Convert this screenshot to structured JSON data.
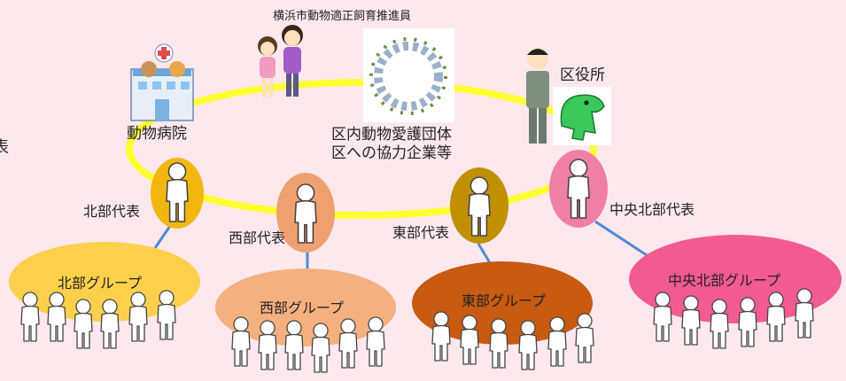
{
  "title": "横浜市動物適正飼育推進員",
  "nodes": {
    "hospital": "動物病院",
    "partners_line1": "区内動物愛護団体",
    "partners_line2": "区への協力企業等",
    "ward_office": "区役所"
  },
  "left_edge_char": "表",
  "representatives": [
    {
      "label": "北部代表",
      "color": "#f2b70f"
    },
    {
      "label": "西部代表",
      "color": "#f0a070"
    },
    {
      "label": "東部代表",
      "color": "#c09000"
    },
    {
      "label": "中央北部代表",
      "color": "#f07fa6"
    }
  ],
  "groups": [
    {
      "label": "北部グループ",
      "color": "#fcd04b"
    },
    {
      "label": "西部グループ",
      "color": "#f5b07f"
    },
    {
      "label": "東部グループ",
      "color": "#c85a12"
    },
    {
      "label": "中央北部グループ",
      "color": "#f25b8f"
    }
  ],
  "colors": {
    "background": "#fde8ee",
    "ring": "#ffff33",
    "connector": "#4b8bd6"
  }
}
